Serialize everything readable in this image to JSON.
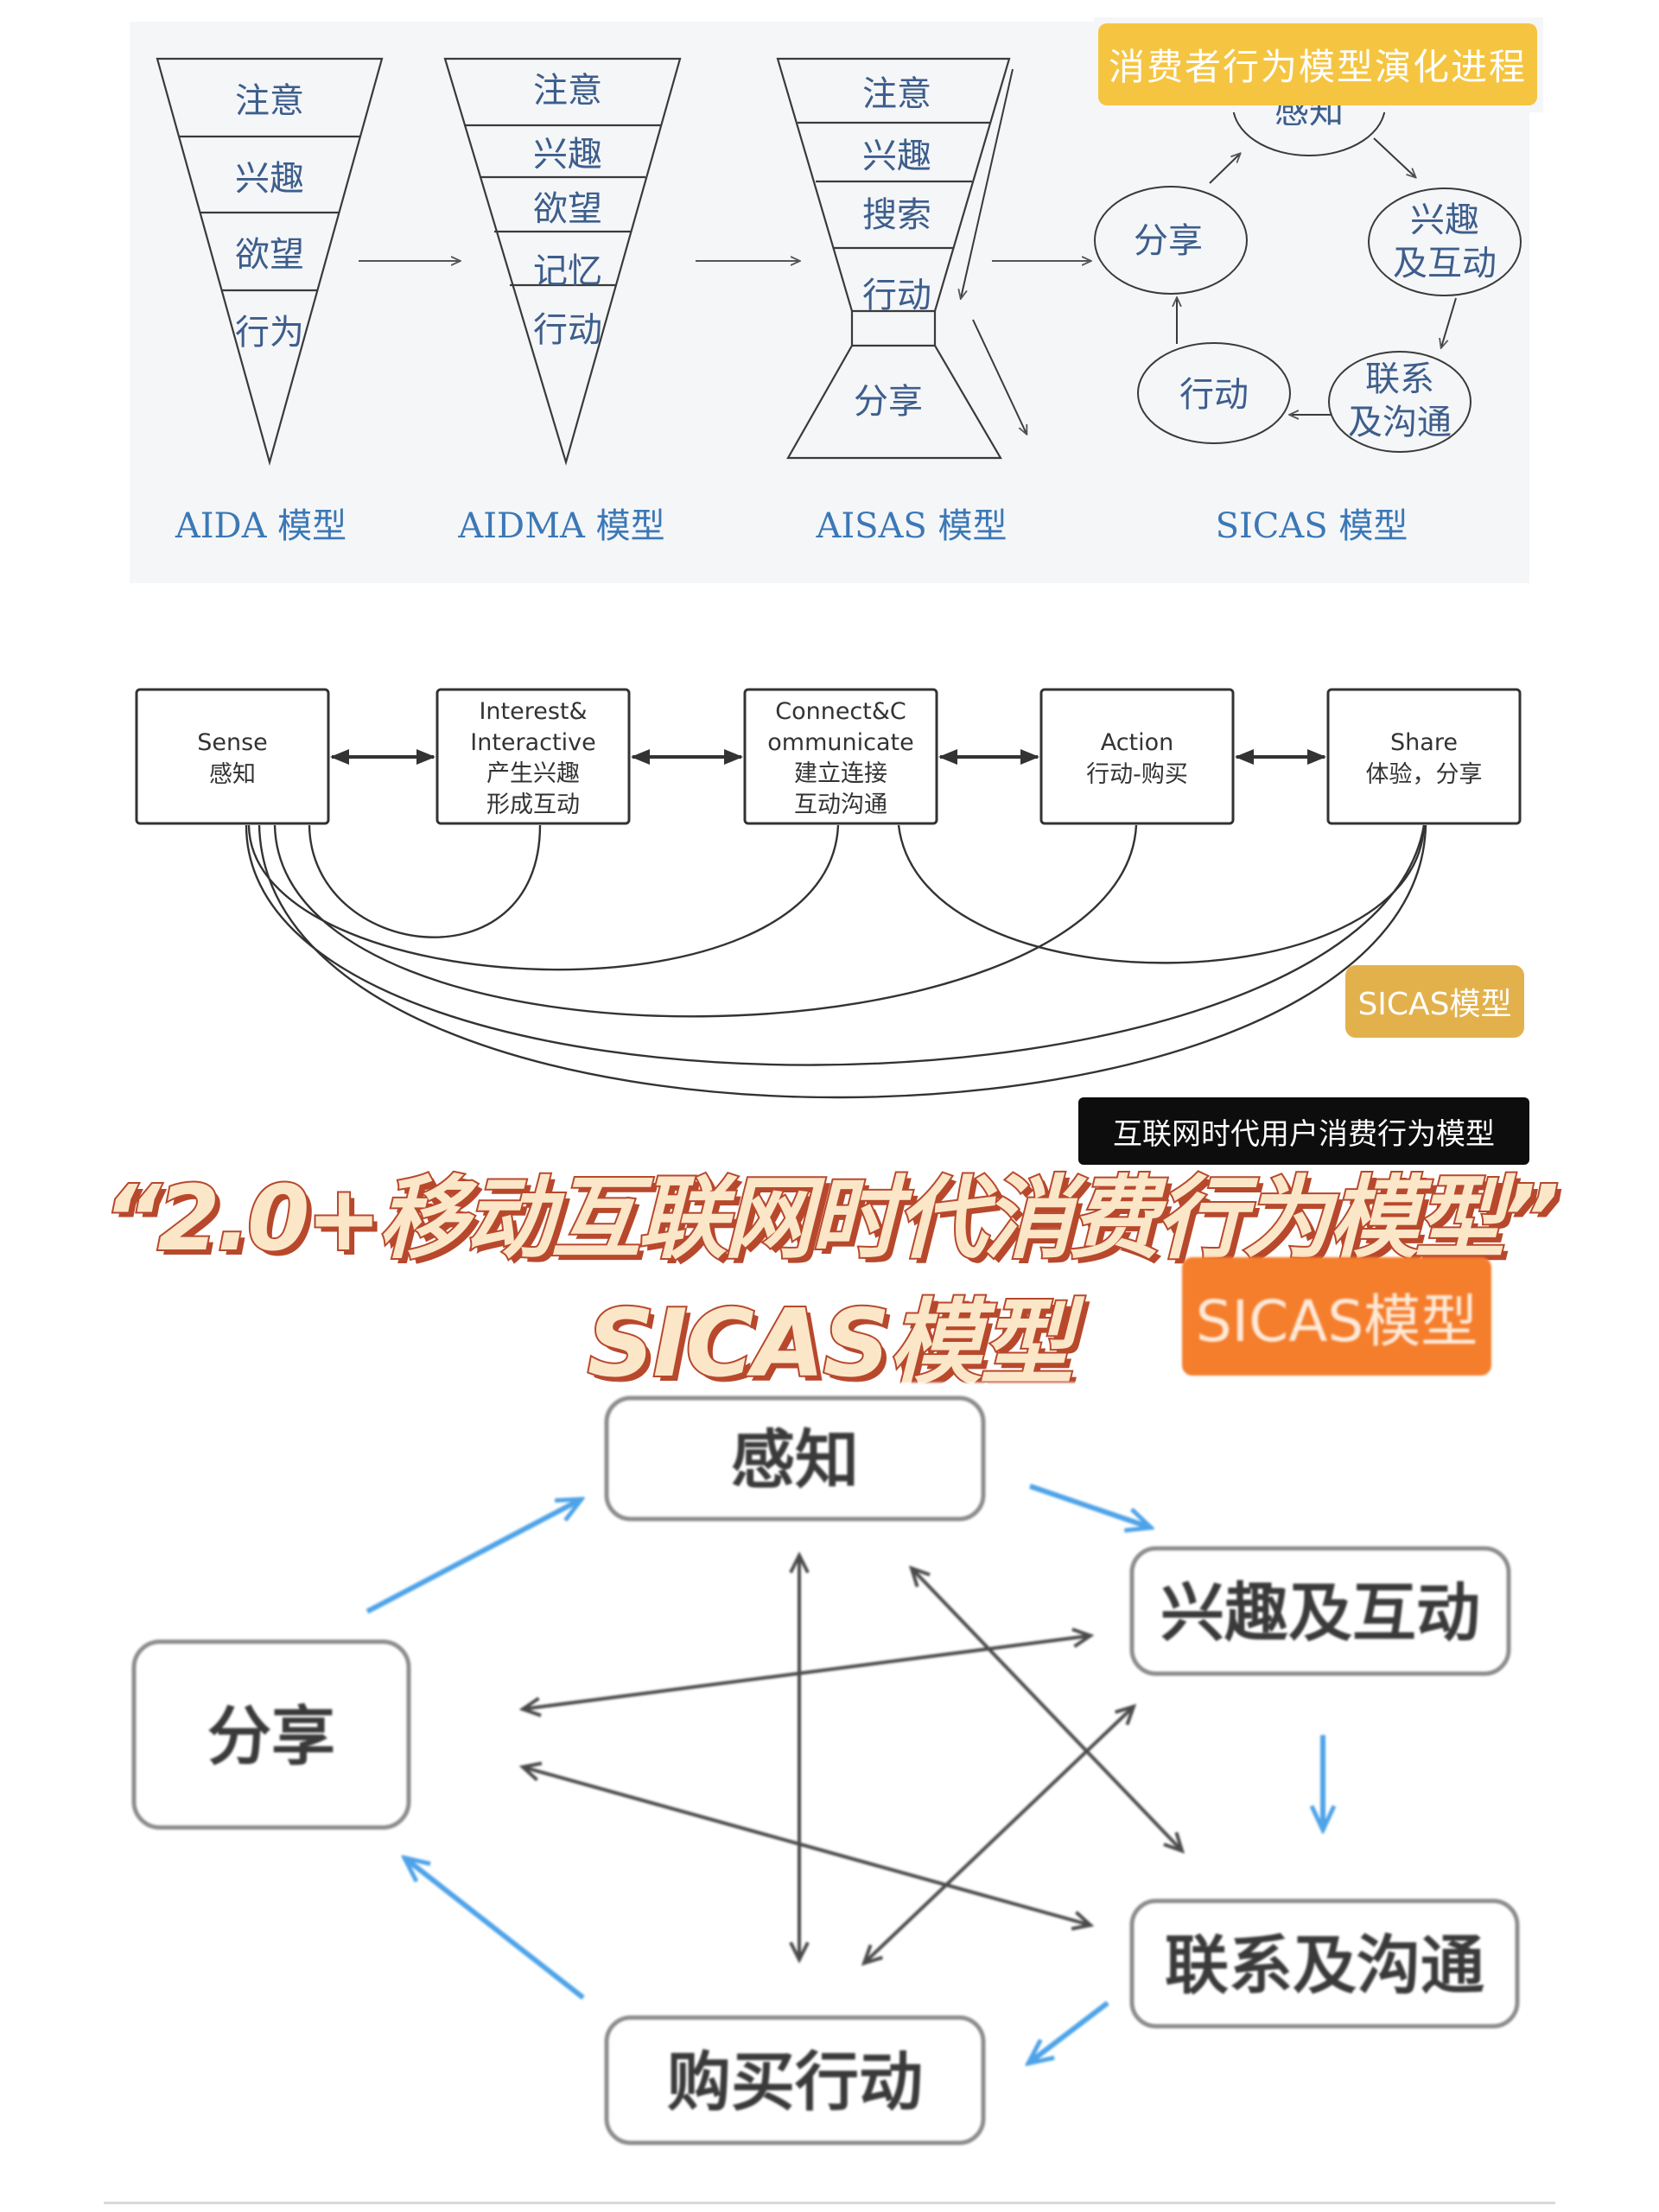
{
  "panel1": {
    "tag": "消费者行为模型演化进程",
    "aida": {
      "levels": [
        "注意",
        "兴趣",
        "欲望",
        "行为"
      ],
      "caption": "AIDA 模型"
    },
    "aidma": {
      "levels": [
        "注意",
        "兴趣",
        "欲望",
        "记忆",
        "行动"
      ],
      "caption": "AIDMA 模型"
    },
    "aisas": {
      "levels": [
        "注意",
        "兴趣",
        "搜索",
        "行动",
        "分享"
      ],
      "caption": "AISAS 模型"
    },
    "sicas": {
      "nodes": [
        {
          "id": "sense",
          "lines": [
            "感知"
          ]
        },
        {
          "id": "interest",
          "lines": [
            "兴趣",
            "及互动"
          ]
        },
        {
          "id": "connect",
          "lines": [
            "联系",
            "及沟通"
          ]
        },
        {
          "id": "action",
          "lines": [
            "行动"
          ]
        },
        {
          "id": "share",
          "lines": [
            "分享"
          ]
        }
      ],
      "caption": "SICAS 模型"
    },
    "colors": {
      "caption": "#3b78b6",
      "label": "#3d5e8c",
      "line": "#3a3a3a",
      "background": "#f5f6f8"
    }
  },
  "panel2": {
    "boxes": [
      {
        "id": "sense",
        "lines": [
          "Sense",
          "感知"
        ]
      },
      {
        "id": "interest",
        "lines": [
          "Interest&",
          "Interactive",
          "产生兴趣",
          "形成互动"
        ]
      },
      {
        "id": "connect",
        "lines": [
          "Connect&C",
          "ommunicate",
          "建立连接",
          "互动沟通"
        ]
      },
      {
        "id": "action",
        "lines": [
          "Action",
          "行动-购买"
        ]
      },
      {
        "id": "share",
        "lines": [
          "Share",
          "体验，分享"
        ]
      }
    ],
    "tag": "SICAS模型",
    "caption_tag": "互联网时代用户消费行为模型"
  },
  "headline": {
    "line1": "“2.0+移动互联网时代消费行为模型”",
    "line2": "SICAS模型",
    "fill": "#fbe6c8",
    "stroke": "#b8482c"
  },
  "panel3": {
    "tag": "SICAS模型",
    "nodes": [
      {
        "id": "sense",
        "label": "感知"
      },
      {
        "id": "interest",
        "label": "兴趣及互动"
      },
      {
        "id": "connect",
        "label": "联系及沟通"
      },
      {
        "id": "action",
        "label": "购买行动"
      },
      {
        "id": "share",
        "label": "分享"
      }
    ],
    "colors": {
      "flow_arrow": "#4ea3e8",
      "cross_arrow": "#4a4a4a",
      "box_border": "#8c8c8c",
      "text": "#3a3a3a"
    }
  }
}
